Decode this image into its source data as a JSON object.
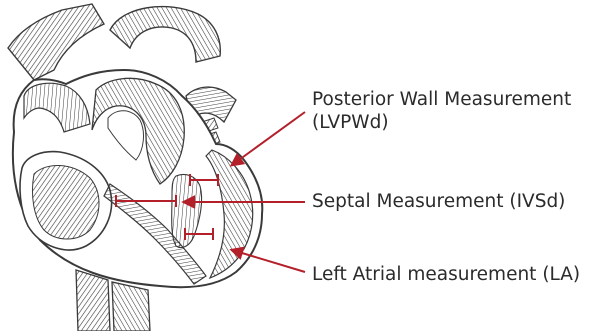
{
  "labels": {
    "posterior_line1": "Posterior Wall Measurement",
    "posterior_line2": "(LVPWd)",
    "septal": "Septal Measurement (IVSd)",
    "left_atrial": "Left Atrial measurement (LA)"
  },
  "colors": {
    "line_art": "#3a3a3a",
    "pointer": "#b4202a",
    "text": "#2b2b2b"
  }
}
